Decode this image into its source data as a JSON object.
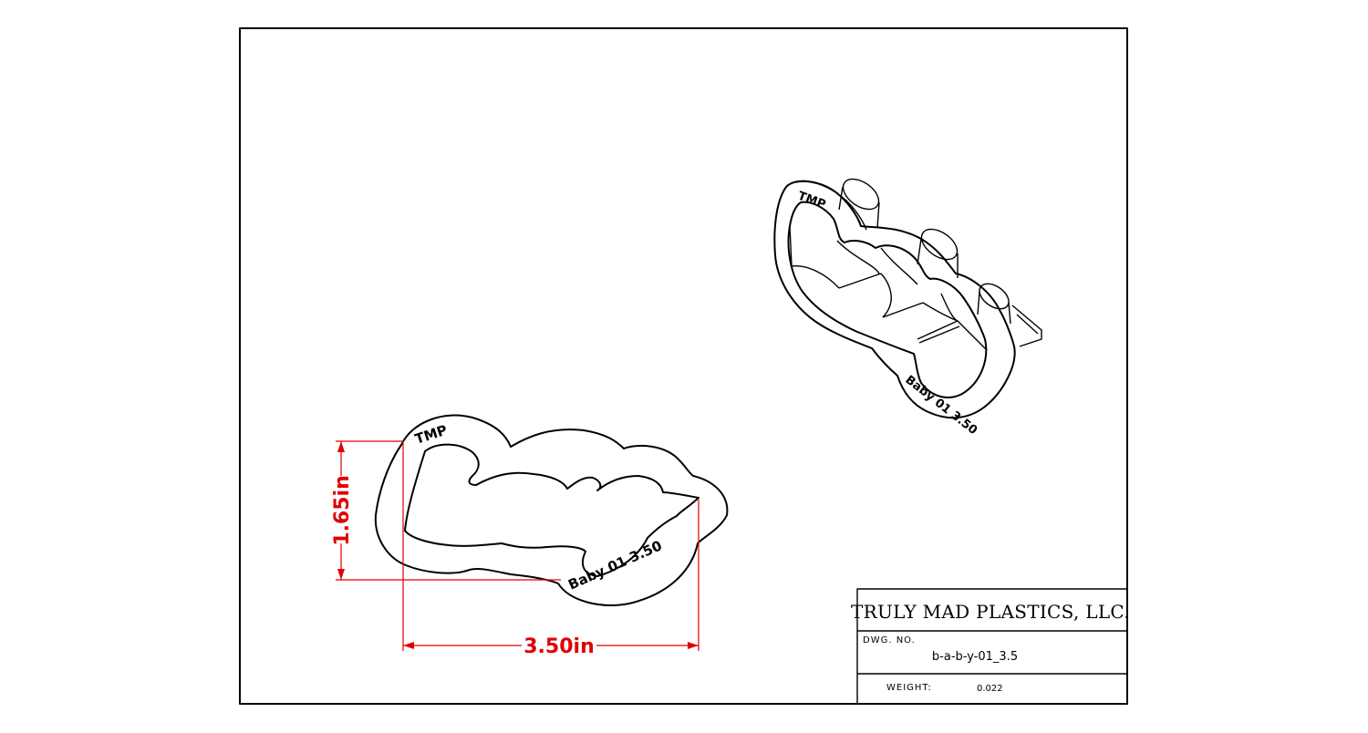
{
  "dimensions": {
    "width": "3.50in",
    "height": "1.65in"
  },
  "embossed_text": {
    "brand": "TMP",
    "product": "Baby 01 3.50",
    "iso_brand": "TMP",
    "iso_product": "Baby 01 3.50"
  },
  "title_block": {
    "company": "TRULY MAD PLASTICS, LLC.",
    "dwg_no_label": "DWG.  NO.",
    "dwg_no_value": "b-a-b-y-01_3.5",
    "weight_label": "WEIGHT:",
    "weight_value": "0.022"
  },
  "colors": {
    "dimension": "#e00000",
    "line": "#000000",
    "background": "#ffffff"
  }
}
